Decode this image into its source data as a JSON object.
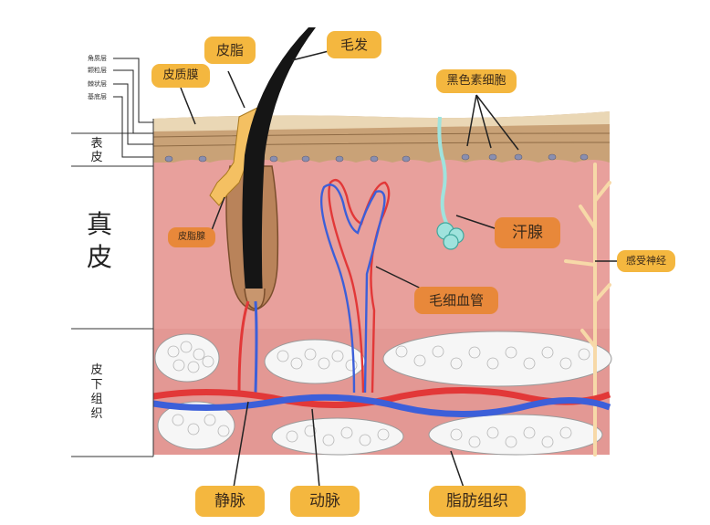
{
  "labels": {
    "cuticle_membrane": "皮质膜",
    "sebum": "皮脂",
    "hair": "毛发",
    "melanocyte": "黑色素细胞",
    "sebaceous_gland": "皮脂腺",
    "sweat_gland": "汗腺",
    "capillary": "毛细血管",
    "sensory_nerve": "感受神经",
    "vein": "静脉",
    "artery": "动脉",
    "fat_tissue": "脂肪组织"
  },
  "epidermis_layers": [
    "角质层",
    "颗粒层",
    "棘状层",
    "基底层"
  ],
  "sections": {
    "epidermis": "表皮",
    "dermis": "真皮",
    "subcutaneous": "皮下组织"
  },
  "colors": {
    "label_yellow": "#f4b73f",
    "label_orange": "#e8883a",
    "dermis": "#e8a09c",
    "epidermis": "#c9a277",
    "artery": "#e23838",
    "vein": "#3c5fd9",
    "fat": "#f7f7f7",
    "hair": "#151515",
    "nerve": "#f7d9a8",
    "sweat_gland": "#9fe3dd"
  }
}
